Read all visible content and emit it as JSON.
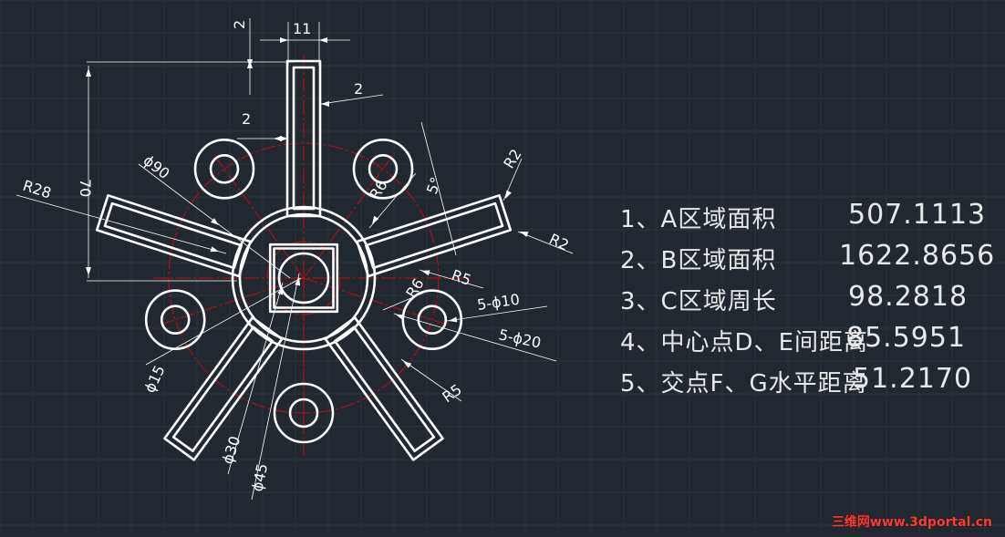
{
  "dimensions": {
    "d_top_gap": "2",
    "d_top_width": "11",
    "d_right_wall": "2",
    "d_left_wall": "2",
    "d_height": "70",
    "d_phi90": "ϕ90",
    "d_r28": "R28",
    "d_r_center": "R6",
    "d_angle": "5°",
    "d_r2_top": "R2",
    "d_r2_bottom": "R2",
    "d_r5_upper": "R5",
    "d_r_small": "R6",
    "d_5phi10": "5-ϕ10",
    "d_5phi20": "5-ϕ20",
    "d_phi15": "ϕ15",
    "d_r5_lower": "R5",
    "d_phi30": "ϕ30",
    "d_phi45": "ϕ45"
  },
  "results": [
    {
      "label": "1、A区域面积",
      "value": "507.1113"
    },
    {
      "label": "2、B区域面积",
      "value": "1622.8656"
    },
    {
      "label": "3、C区域周长",
      "value": "98.2818"
    },
    {
      "label": "4、中心点D、E间距离",
      "value": "85.5951"
    },
    {
      "label": "5、交点F、G水平距离",
      "value": "51.2170"
    }
  ],
  "watermark": "三维网www.3dportal.cn",
  "colors": {
    "background": "#212830",
    "outline": "#ffffff",
    "centerline": "#c40f14",
    "watermark": "#ff3b30"
  }
}
